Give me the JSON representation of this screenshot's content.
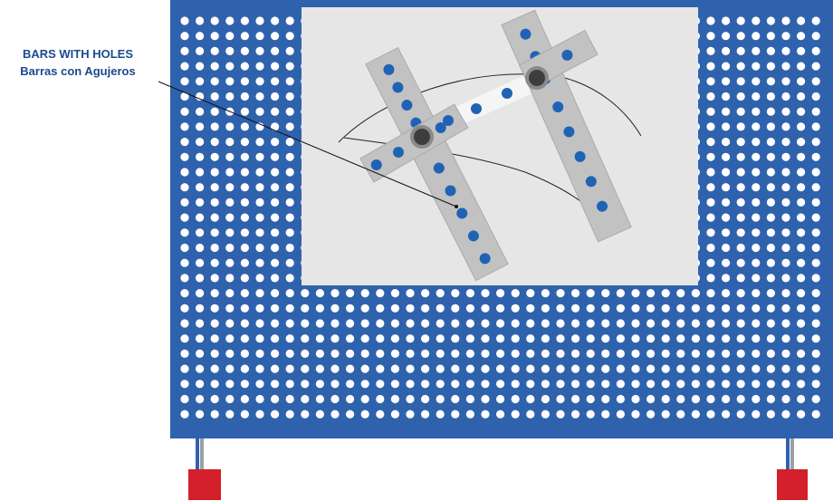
{
  "callout": {
    "title_en": "BARS WITH HOLES",
    "title_es": "Barras con Agujeros"
  },
  "colors": {
    "board": "#2f62ad",
    "hole": "#ffffff",
    "panel": "#e6e6e6",
    "bar": "#c2c2c2",
    "bar_hole": "#1f63b5",
    "pivot": "#4a4a4a",
    "foot": "#d3202a",
    "leg_stripe": "#9aa0a6"
  },
  "icons": {
    "board": "perforated-board",
    "bar": "bar-with-holes",
    "pivot": "pivot-joint",
    "foot": "support-foot"
  }
}
